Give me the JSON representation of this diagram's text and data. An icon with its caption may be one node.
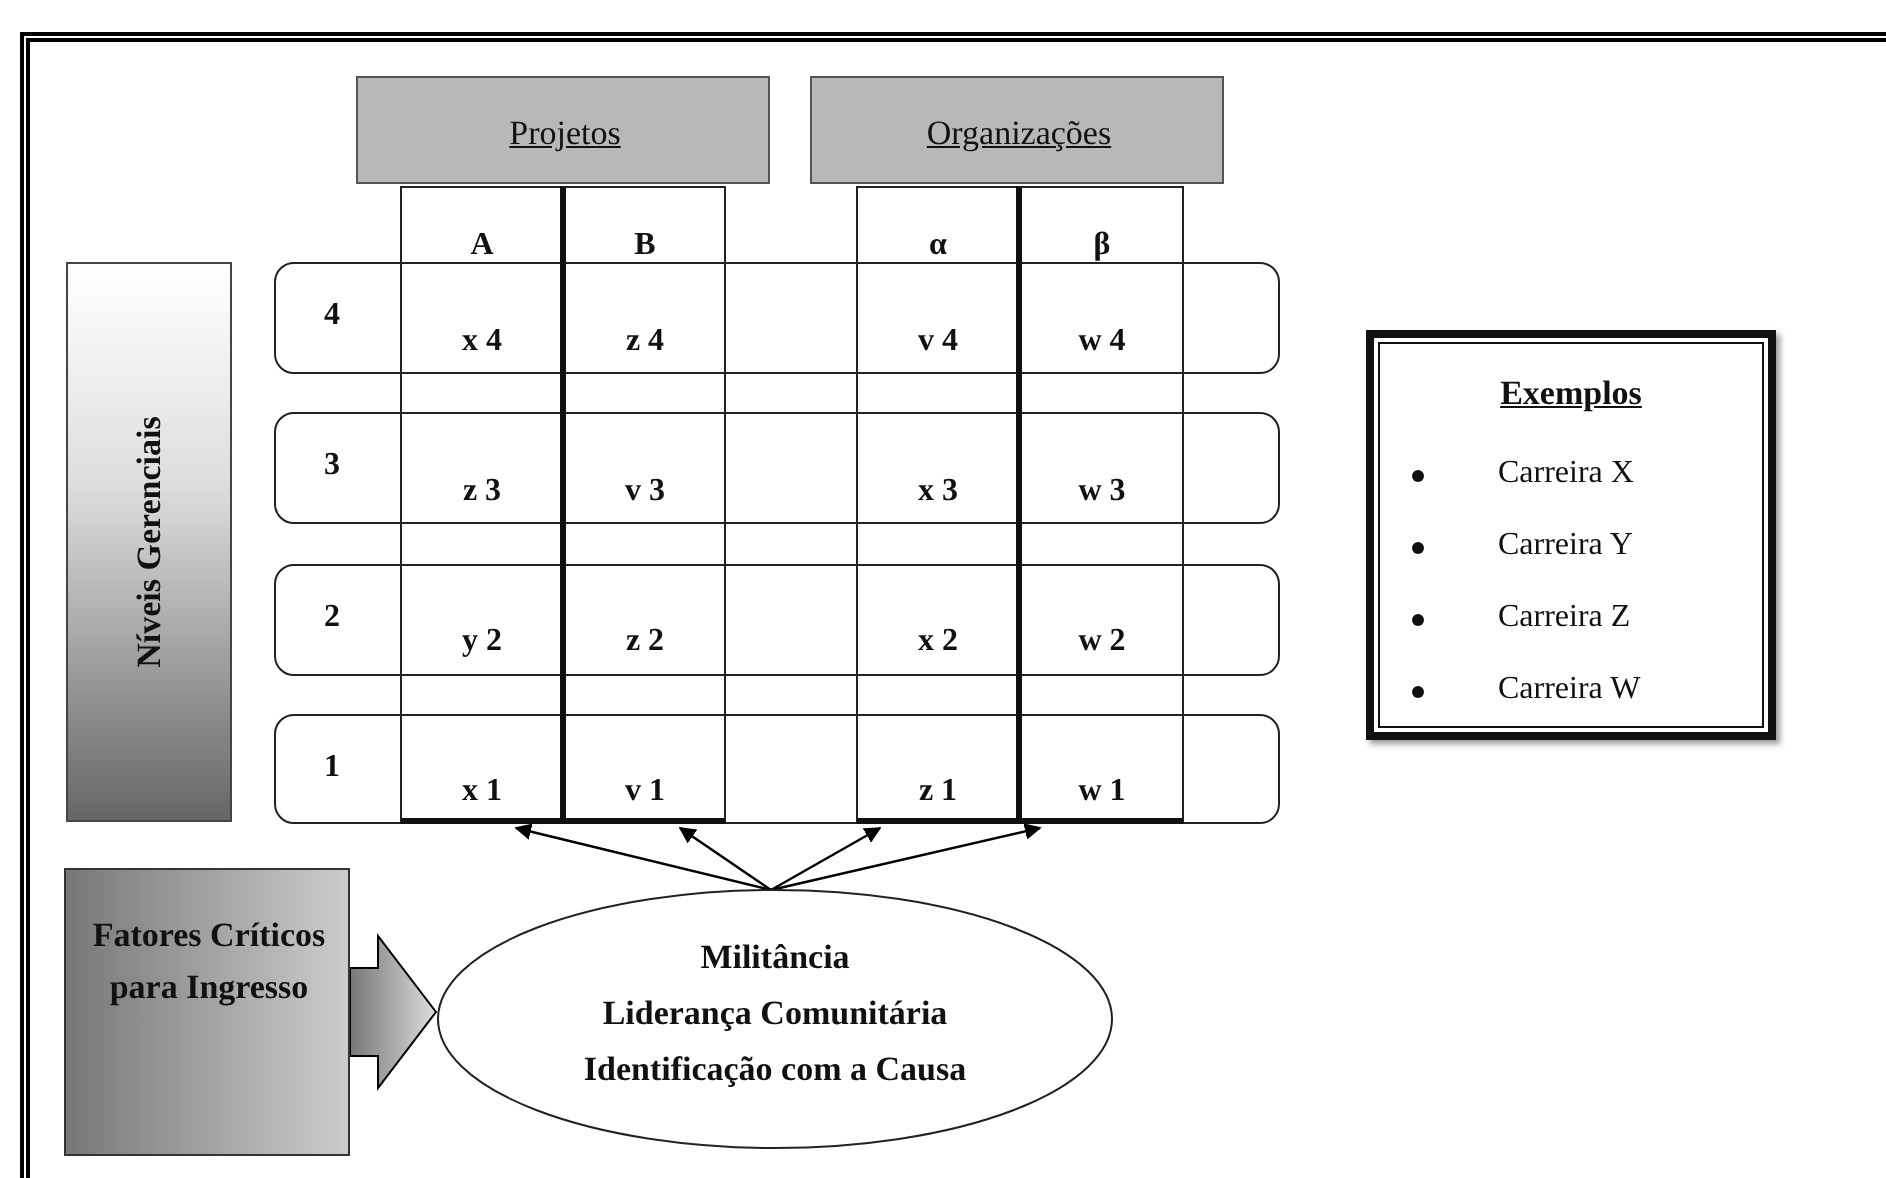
{
  "diagram": {
    "nodes": [
      {
        "text": [
          "Projetos"
        ]
      },
      {
        "text": [
          "Organizações"
        ]
      },
      {
        "text": [
          "Níveis Gerenciais"
        ]
      },
      {
        "text": [
          "4"
        ]
      },
      {
        "text": [
          "3"
        ]
      },
      {
        "text": [
          "2"
        ]
      },
      {
        "text": [
          "1"
        ]
      },
      {
        "text": [
          "A",
          "x 4",
          "z 3",
          "y 2",
          "x 1"
        ]
      },
      {
        "text": [
          "B",
          "z 4",
          "v 3",
          "z 2",
          "v 1"
        ]
      },
      {
        "text": [
          "α",
          "v 4",
          "x 3",
          "x 2",
          "z 1"
        ]
      },
      {
        "text": [
          "β",
          "w 4",
          "w 3",
          "w 2",
          "w 1"
        ]
      },
      {
        "text": [
          "Exemplos",
          "Carreira X",
          "Carreira Y",
          "Carreira Z",
          "Carreira W"
        ]
      },
      {
        "text": [
          "Fatores Críticos para Ingresso"
        ]
      },
      {
        "text": [
          "Militância",
          "Liderança Comunitária",
          "Identificação com a Causa"
        ]
      }
    ],
    "edges": [
      {
        "from": 12,
        "to": 13,
        "arrow": "to",
        "style": "thick"
      },
      {
        "from": 13,
        "to": 7,
        "arrow": "to"
      },
      {
        "from": 13,
        "to": 8,
        "arrow": "to"
      },
      {
        "from": 13,
        "to": 9,
        "arrow": "to"
      },
      {
        "from": 13,
        "to": 10,
        "arrow": "to"
      }
    ]
  }
}
